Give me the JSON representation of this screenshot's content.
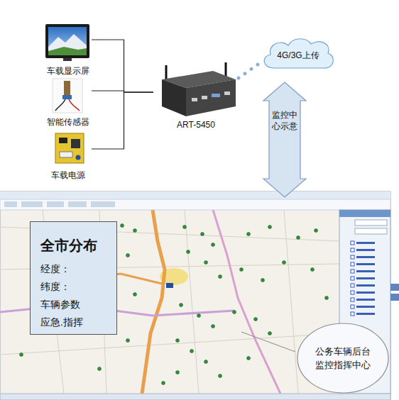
{
  "diagram": {
    "nodes": [
      {
        "text": [
          "车载显示屏"
        ]
      },
      {
        "text": [
          "智能传感器"
        ]
      },
      {
        "text": [
          "车载电源"
        ]
      },
      {
        "text": [
          "ART-5450"
        ]
      },
      {
        "text": [
          "4G/3G上传"
        ]
      },
      {
        "text": [
          "监控中 心示意"
        ]
      },
      {
        "text": [
          "全市分布",
          "经度：",
          "纬度：",
          "车辆参数",
          "应急.指挥"
        ]
      },
      {
        "text": [
          "公务车辆后台 监控指挥中心"
        ]
      }
    ],
    "edges": [
      {
        "from": 0,
        "to": 3,
        "arrow": "none"
      },
      {
        "from": 1,
        "to": 3,
        "arrow": "none"
      },
      {
        "from": 2,
        "to": 3,
        "arrow": "none"
      },
      {
        "from": 3,
        "to": 4,
        "arrow": "none"
      }
    ]
  }
}
